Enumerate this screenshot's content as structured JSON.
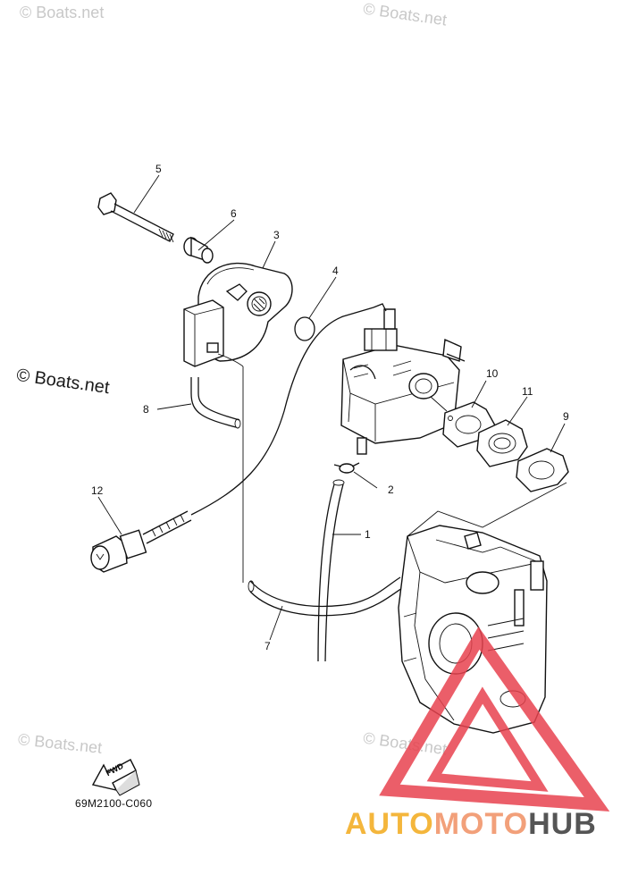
{
  "watermarks": [
    "© Boats.net",
    "© Boats.net",
    "© Boats.net",
    "© Boats.net",
    "© Boats.net"
  ],
  "callouts": [
    {
      "id": "1",
      "label": "1"
    },
    {
      "id": "2",
      "label": "2"
    },
    {
      "id": "3",
      "label": "3"
    },
    {
      "id": "4",
      "label": "4"
    },
    {
      "id": "5",
      "label": "5"
    },
    {
      "id": "6",
      "label": "6"
    },
    {
      "id": "7",
      "label": "7"
    },
    {
      "id": "8",
      "label": "8"
    },
    {
      "id": "9",
      "label": "9"
    },
    {
      "id": "10",
      "label": "10"
    },
    {
      "id": "11",
      "label": "11"
    },
    {
      "id": "12",
      "label": "12"
    }
  ],
  "fwd_label": "FWD",
  "diagram_code": "69M2100-C060",
  "logo": {
    "part1": "AUTO",
    "part2": "MOTO",
    "part3": "HUB"
  },
  "colors": {
    "logo_auto": "#f4b63c",
    "logo_moto": "#f2a07a",
    "logo_hub": "#555555",
    "logo_triangle": "#e8434f"
  }
}
